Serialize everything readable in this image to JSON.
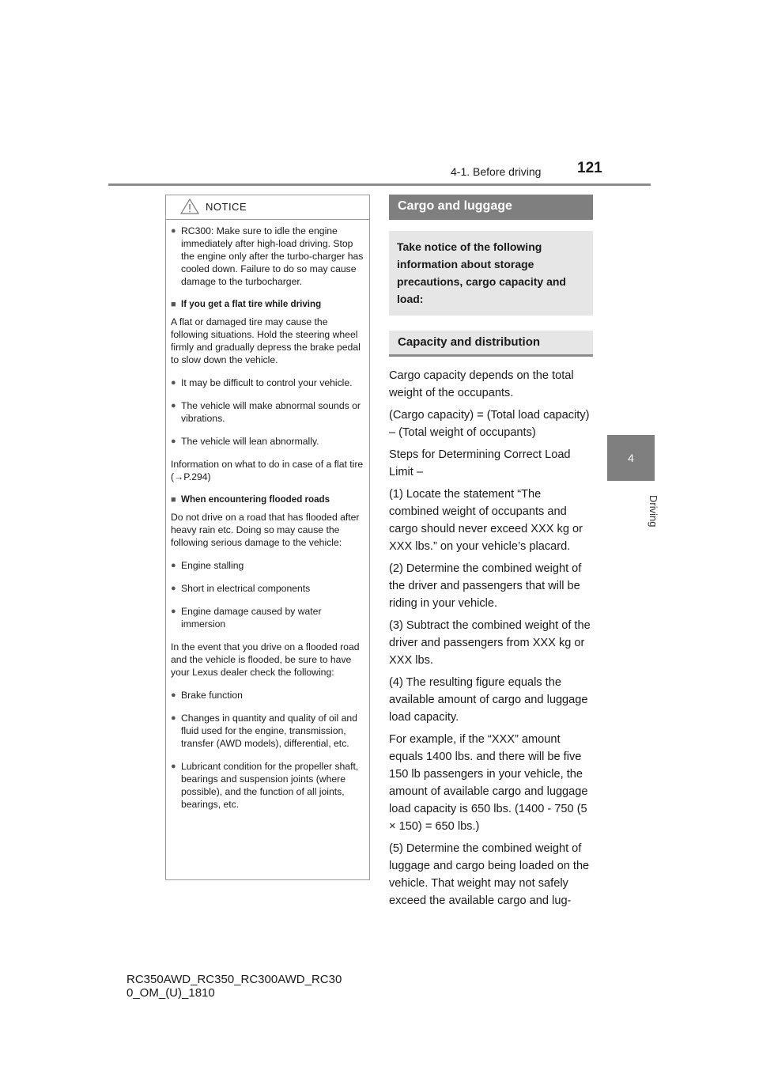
{
  "header": {
    "section": "4-1. Before driving",
    "page": "121"
  },
  "side": {
    "tab": "4",
    "label": "Driving"
  },
  "notice": {
    "title": "NOTICE",
    "items": [
      {
        "kind": "bullet",
        "text": "RC300: Make sure to idle the engine immediately after high-load driving. Stop the engine only after the turbo-charger has cooled down. Failure to do so may cause damage to the turbocharger."
      },
      {
        "kind": "sub",
        "text": "If you get a flat tire while driving"
      },
      {
        "kind": "para",
        "text": "A flat or damaged tire may cause the following situations. Hold the steering wheel firmly and gradually depress the brake pedal to slow down the vehicle."
      },
      {
        "kind": "bullet",
        "text": "It may be difficult to control your vehicle."
      },
      {
        "kind": "bullet",
        "text": "The vehicle will make abnormal sounds or vibrations."
      },
      {
        "kind": "bullet",
        "text": "The vehicle will lean abnormally."
      },
      {
        "kind": "para",
        "text": "Information on what to do in case of a flat tire (→P.294)"
      },
      {
        "kind": "sub",
        "text": "When encountering flooded roads"
      },
      {
        "kind": "para",
        "text": "Do not drive on a road that has flooded after heavy rain etc. Doing so may cause the following serious damage to the vehicle:"
      },
      {
        "kind": "bullet",
        "text": "Engine stalling"
      },
      {
        "kind": "bullet",
        "text": "Short in electrical components"
      },
      {
        "kind": "bullet",
        "text": "Engine damage caused by water immersion"
      },
      {
        "kind": "para",
        "text": "In the event that you drive on a flooded road and the vehicle is flooded, be sure to have your Lexus dealer check the following:"
      },
      {
        "kind": "bullet",
        "text": "Brake function"
      },
      {
        "kind": "bullet",
        "text": "Changes in quantity and quality of oil and fluid used for the engine, transmission, transfer (AWD models), differential, etc."
      },
      {
        "kind": "bullet",
        "text": "Lubricant condition for the propeller shaft, bearings and suspension joints (where possible), and the function of all joints, bearings, etc."
      }
    ]
  },
  "main": {
    "section_title": "Cargo and luggage",
    "intro": "Take notice of the following information about storage precautions, cargo capacity and load:",
    "subsection_title": "Capacity and distribution",
    "paragraphs": [
      "Cargo capacity depends on the total weight of the occupants.",
      "(Cargo capacity) = (Total load capacity) – (Total weight of occupants)",
      "Steps for Determining Correct Load Limit –",
      "(1) Locate the statement “The combined weight of occupants and cargo should never exceed XXX kg or XXX lbs.” on your vehicle’s placard.",
      "(2) Determine the combined weight of the driver and passengers that will be riding in your vehicle.",
      "(3) Subtract the combined weight of the driver and passengers from XXX kg or XXX lbs.",
      "(4) The resulting figure equals the available amount of cargo and luggage load capacity.",
      "For example, if the “XXX” amount equals 1400 lbs. and there will be five 150 lb passengers in your vehicle, the amount of available cargo and luggage load capacity is 650 lbs. (1400 - 750 (5 × 150) = 650 lbs.)",
      "(5) Determine the combined weight of luggage and cargo being loaded on the vehicle. That weight may not safely exceed the available cargo and lug-"
    ]
  },
  "footer": {
    "line1": "RC350AWD_RC350_RC300AWD_RC30",
    "line2": "0_OM_(U)_1810"
  }
}
